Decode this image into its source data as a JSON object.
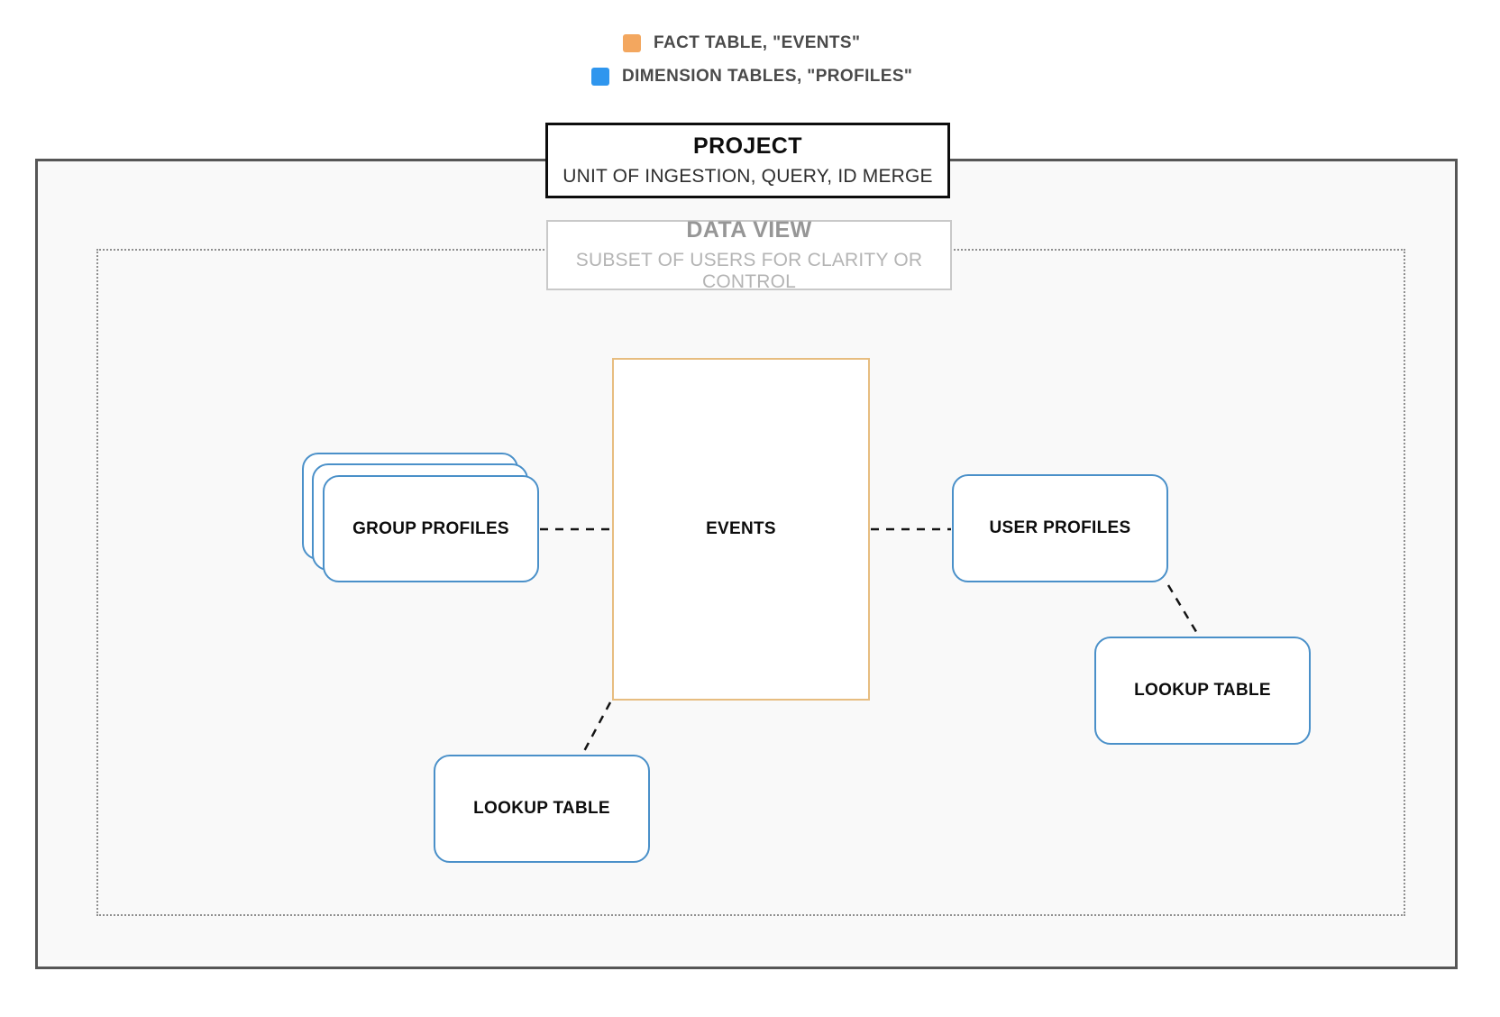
{
  "colors": {
    "fact": "#F3A75F",
    "dimension": "#2F96EE",
    "fact-border": "#E7BD80",
    "node-border": "#4A90C9",
    "outer-border": "#565656",
    "dotted-border": "#8F8F8F",
    "muted-border": "#C9C9C9",
    "panel-bg": "#F9F9F9",
    "connector": "#141414",
    "ink": "#0D0D0D",
    "legend-text": "#4A4A4A",
    "muted-title": "#969696",
    "muted-sub": "#B4B4B4"
  },
  "legend": {
    "items": [
      {
        "label": "FACT TABLE, \"EVENTS\"",
        "color_key": "fact"
      },
      {
        "label": "DIMENSION TABLES, \"PROFILES\"",
        "color_key": "dimension"
      }
    ]
  },
  "project": {
    "title": "PROJECT",
    "subtitle": "UNIT OF INGESTION, QUERY, ID MERGE"
  },
  "data_view": {
    "title": "DATA VIEW",
    "subtitle": "SUBSET OF USERS FOR CLARITY OR CONTROL"
  },
  "nodes": {
    "events": {
      "label": "EVENTS",
      "type": "fact"
    },
    "group_profiles": {
      "label": "GROUP PROFILES",
      "type": "dimension",
      "stacked": true
    },
    "user_profiles": {
      "label": "USER PROFILES",
      "type": "dimension"
    },
    "lookup_table_bottom": {
      "label": "LOOKUP TABLE",
      "type": "dimension"
    },
    "lookup_table_right": {
      "label": "LOOKUP TABLE",
      "type": "dimension"
    }
  },
  "connections": [
    {
      "from": "group_profiles",
      "to": "events",
      "style": "dashed"
    },
    {
      "from": "events",
      "to": "user_profiles",
      "style": "dashed"
    },
    {
      "from": "events",
      "to": "lookup_table_bottom",
      "style": "dashed"
    },
    {
      "from": "user_profiles",
      "to": "lookup_table_right",
      "style": "dashed"
    }
  ]
}
